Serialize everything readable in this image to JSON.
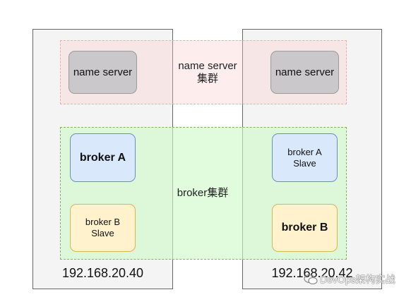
{
  "hosts": {
    "left": {
      "ip": "192.168.20.40"
    },
    "right": {
      "ip": "192.168.20.42"
    }
  },
  "clusters": {
    "name_server": {
      "label_line1": "name server",
      "label_line2": "集群"
    },
    "broker": {
      "label": "broker集群"
    }
  },
  "nodes": {
    "ns_left": {
      "label": "name server"
    },
    "ns_right": {
      "label": "name server"
    },
    "broker_a": {
      "label": "broker A"
    },
    "broker_b_slave": {
      "line1": "broker B",
      "line2": "Slave"
    },
    "broker_a_slave": {
      "line1": "broker A",
      "line2": "Slave"
    },
    "broker_b": {
      "label": "broker B"
    }
  },
  "watermark": {
    "text": "DevOps架构实战"
  },
  "colors": {
    "name_server_fill": "#cbc8cc",
    "master_fill": "#dae8fc",
    "slave_fill": "#fff2cc",
    "ns_cluster_fill": "#f8cecc",
    "broker_cluster_fill": "#d5f5d0",
    "host_fill": "#f4f4f4"
  }
}
